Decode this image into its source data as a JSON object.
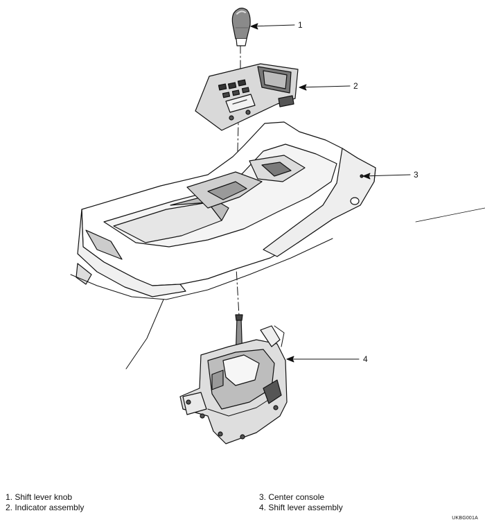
{
  "callouts": [
    "1",
    "2",
    "3",
    "4"
  ],
  "legend": {
    "left": [
      "1. Shift lever knob",
      "2. Indicator assembly"
    ],
    "right": [
      "3. Center console",
      "4. Shift lever assembly"
    ]
  },
  "figure_code": "UKBG001A",
  "colors": {
    "ink": "#111111",
    "background": "#ffffff"
  },
  "parts": [
    "shift-lever-knob",
    "indicator-assembly",
    "center-console",
    "shift-lever-assembly"
  ]
}
